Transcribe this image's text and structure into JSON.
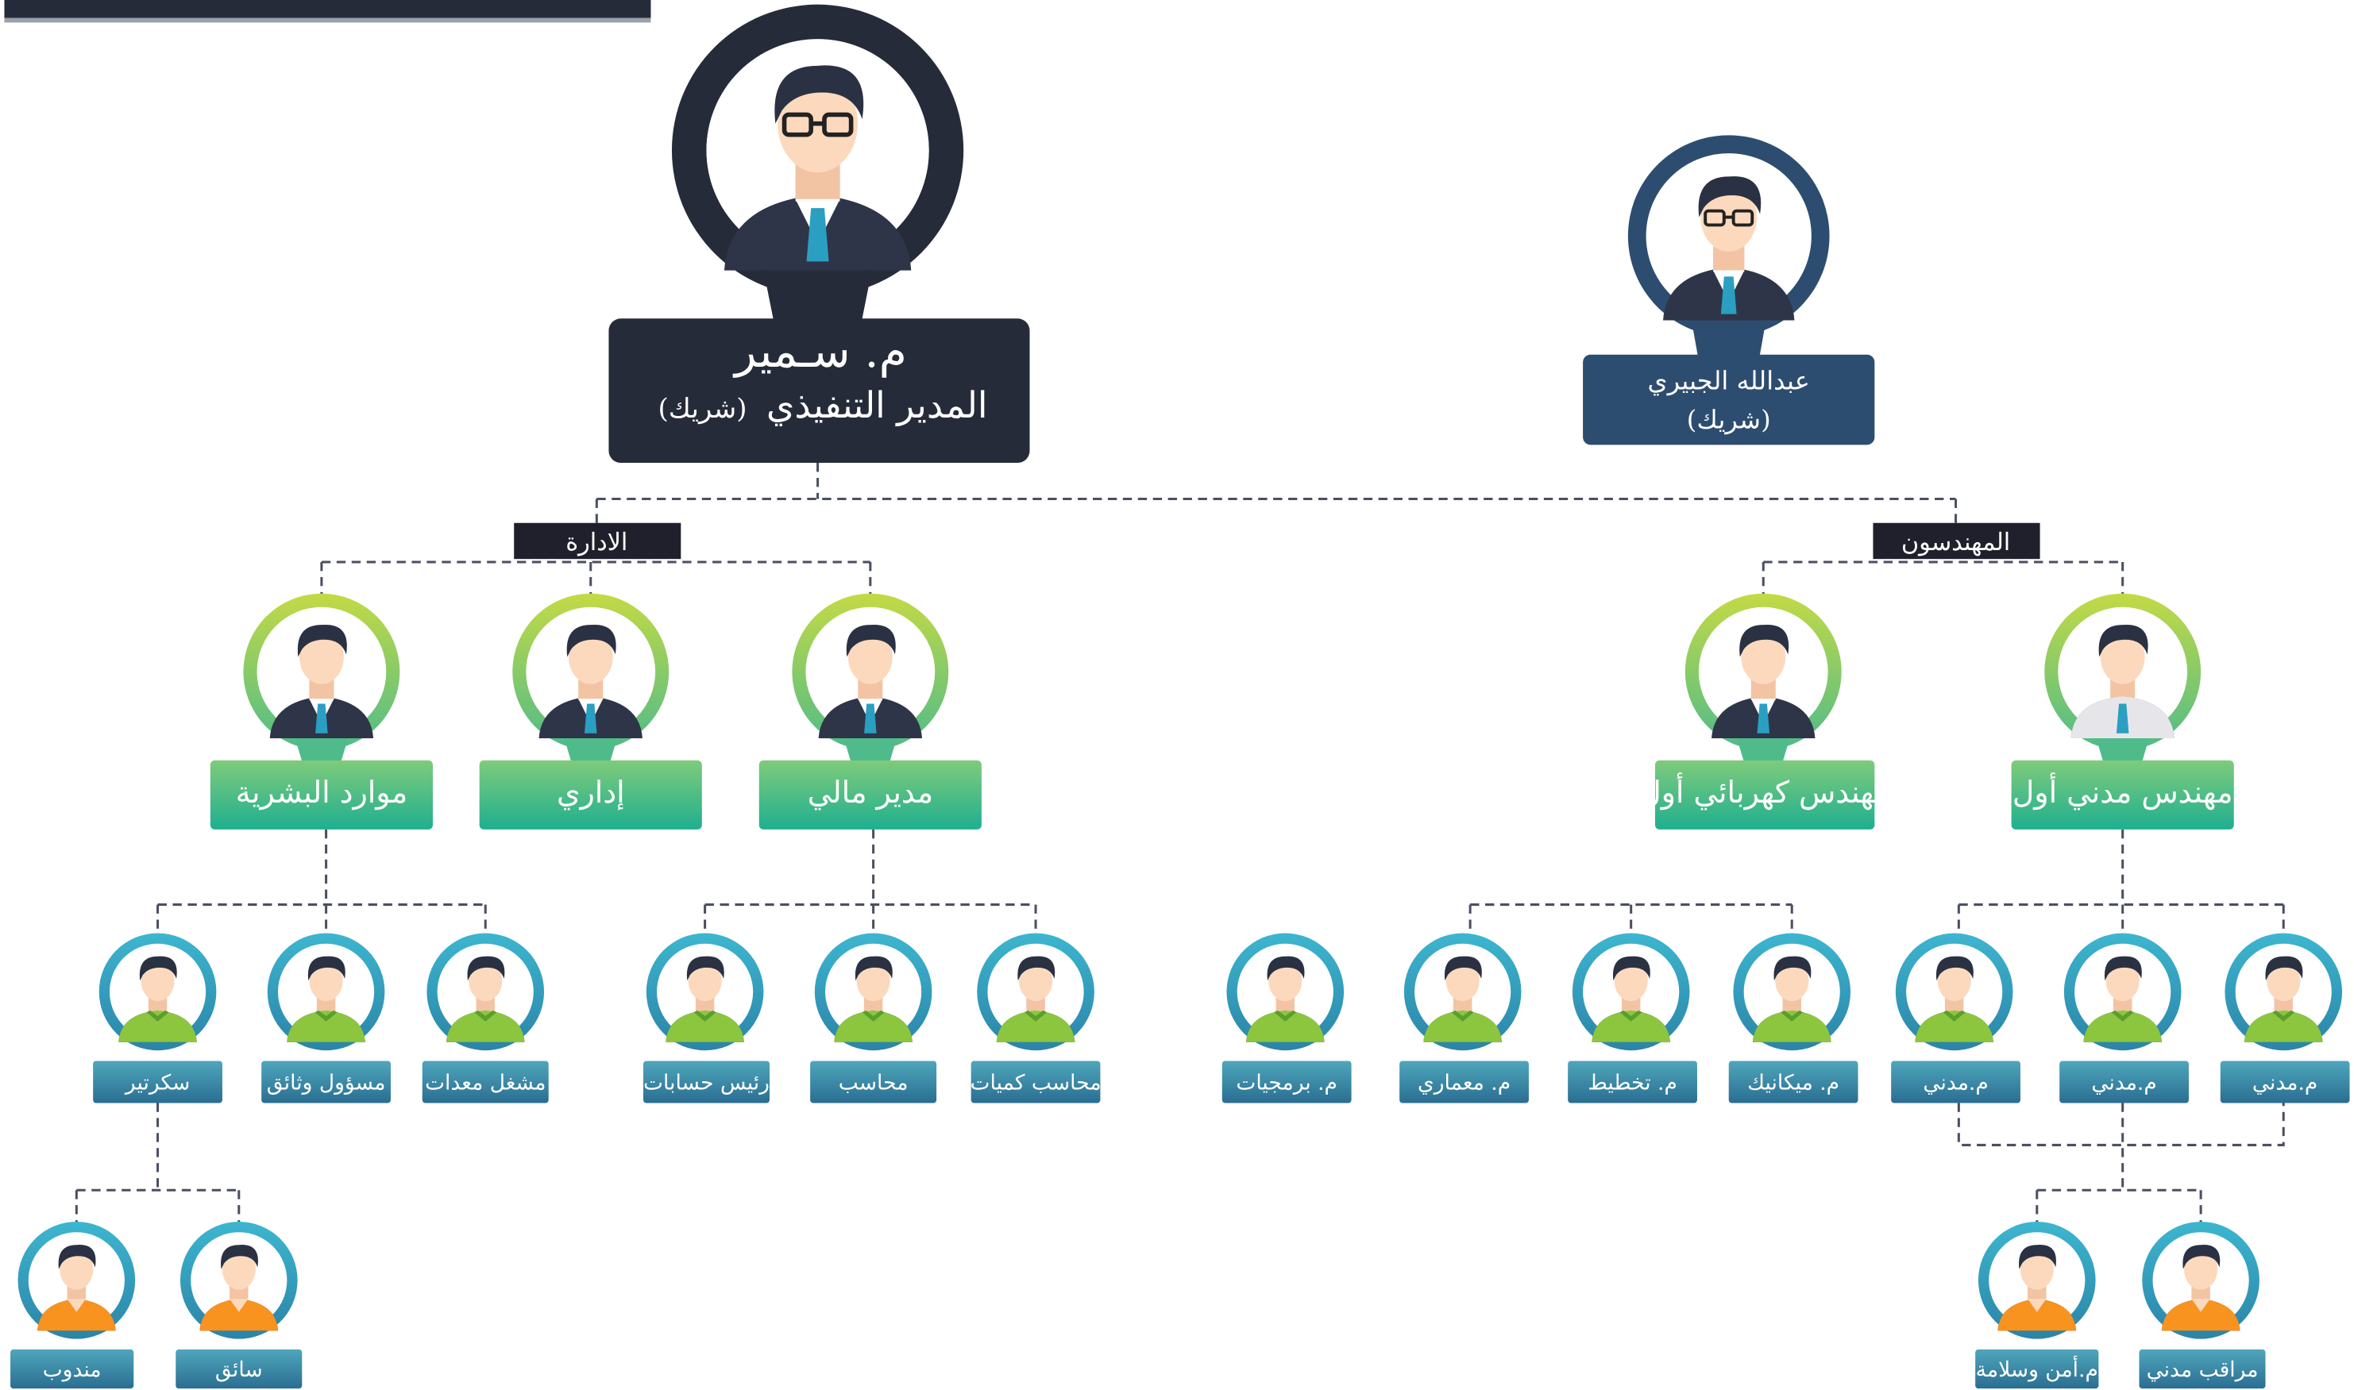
{
  "colors": {
    "navy": "#262b3a",
    "partner": "#2d4d70",
    "section": "#20202c",
    "green_label_top": "#79c77e",
    "green_label_bottom": "#1fb08e",
    "green_ring_top": "#bdd84a",
    "green_ring_bottom": "#4fbb8a",
    "teal_label_top": "#4ea3ba",
    "teal_label_bottom": "#2a6f92",
    "teal_ring": "#34a7c4",
    "connector": "#4a4f63"
  },
  "ceo": {
    "name": "م. سـمير",
    "title": "المدير التنفيذي",
    "tag": "(شريك)",
    "icon": "businessman-glasses-avatar"
  },
  "partner": {
    "name": "عبدالله الجبيري",
    "tag": "(شريك)",
    "icon": "businessman-glasses-avatar"
  },
  "sections": {
    "admin": "الادارة",
    "engineers": "المهندسون"
  },
  "managers": [
    {
      "id": "hr",
      "label": "موارد البشرية",
      "icon": "businessman-avatar"
    },
    {
      "id": "administrative",
      "label": "إداري",
      "icon": "businessman-avatar"
    },
    {
      "id": "finance",
      "label": "مدير مالي",
      "icon": "businessman-avatar"
    },
    {
      "id": "electrical",
      "label": "مهندس كهربائي أول",
      "icon": "businessman-avatar"
    },
    {
      "id": "civil",
      "label": "مهندس مدني أول",
      "icon": "businessman-white-shirt-avatar"
    }
  ],
  "staff": [
    {
      "label": "سكرتير",
      "icon": "employee-green-shirt-avatar"
    },
    {
      "label": "مسؤول وثائق",
      "icon": "employee-green-shirt-avatar"
    },
    {
      "label": "مشغل معدات",
      "icon": "employee-green-shirt-avatar"
    },
    {
      "label": "رئيس حسابات",
      "icon": "employee-green-shirt-avatar"
    },
    {
      "label": "محاسب",
      "icon": "employee-green-shirt-avatar"
    },
    {
      "label": "محاسب كميات",
      "icon": "employee-green-shirt-avatar"
    },
    {
      "label": "م. برمجيات",
      "icon": "employee-green-shirt-avatar"
    },
    {
      "label": "م. معماري",
      "icon": "employee-green-shirt-avatar"
    },
    {
      "label": "م. تخطيط",
      "icon": "employee-green-shirt-avatar"
    },
    {
      "label": "م. ميكانيك",
      "icon": "employee-green-shirt-avatar"
    },
    {
      "label": "م.مدني",
      "icon": "employee-green-shirt-avatar"
    },
    {
      "label": "م.مدني",
      "icon": "employee-green-shirt-avatar"
    },
    {
      "label": "م.مدني",
      "icon": "employee-green-shirt-avatar"
    }
  ],
  "workers": [
    {
      "label": "مندوب",
      "icon": "worker-orange-shirt-avatar"
    },
    {
      "label": "سائق",
      "icon": "worker-orange-shirt-avatar"
    },
    {
      "label": "م.أمن وسلامة",
      "icon": "worker-orange-shirt-avatar"
    },
    {
      "label": "مراقب مدني",
      "icon": "worker-orange-shirt-avatar"
    }
  ]
}
